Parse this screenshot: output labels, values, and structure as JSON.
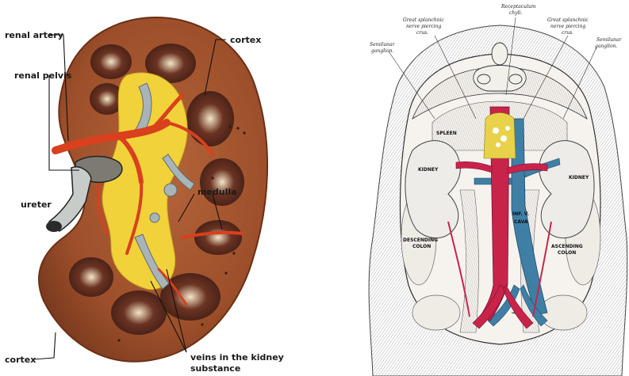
{
  "left_panel": {
    "labels": {
      "renal_artery": "renal artery",
      "renal_pelvis": "renal pelvis",
      "ureter": "ureter",
      "cortex_top": "cortex",
      "medulla": "medulla",
      "cortex_bottom": "cortex",
      "veins_line1": "veins in the kidney",
      "veins_line2": "substance"
    },
    "colors": {
      "cortex": "#a0522d",
      "capsule": "#7a3a1e",
      "pyramids": "#4a2418",
      "fat": "#f2d23a",
      "artery": "#d8401e",
      "vein": "#a8b4b8",
      "ureter": "#c8ccc8"
    }
  },
  "right_panel": {
    "labels": {
      "receptaculum": "Receptaculum",
      "chyli": "chyli.",
      "great_splanchnic_left": "Great splanchnic",
      "nerve_piercing_left": "nerve piercing",
      "crus_left": "crus.",
      "great_splanchnic_right": "Great splanchnic",
      "nerve_piercing_right": "nerve piercing",
      "crus_right": "crus.",
      "semilunar_left_1": "Semilunar",
      "semilunar_left_2": "ganglion.",
      "semilunar_right_1": "Semilunar",
      "semilunar_right_2": "ganglion.",
      "kidney_left": "KIDNEY",
      "kidney_right": "KIDNEY",
      "spleen": "SPLEEN",
      "descending_colon_1": "DESCENDING",
      "descending_colon_2": "COLON",
      "ascending_colon_1": "ASCENDING",
      "ascending_colon_2": "COLON",
      "inf_vena_cava_1": "INF. V.",
      "inf_vena_cava_2": "CAVA"
    },
    "colors": {
      "aorta": "#c8244a",
      "vena_cava": "#3f7fa6",
      "engraving": "#555555"
    }
  }
}
